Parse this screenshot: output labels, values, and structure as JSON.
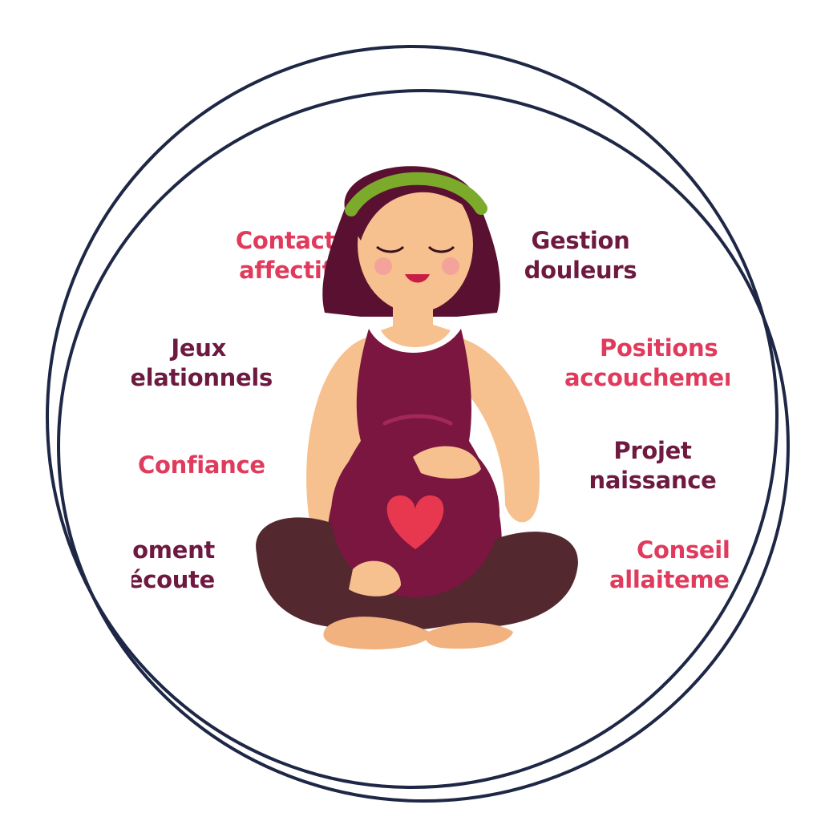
{
  "labels": {
    "contact_l1": "Contact",
    "contact_l2": "affectif",
    "gestion_l1": "Gestion",
    "gestion_l2": "douleurs",
    "jeux_l1": "Jeux",
    "jeux_l2": "relationnels",
    "positions_l1": "Positions",
    "positions_l2": "accouchement",
    "confiance": "Confiance",
    "projet_l1": "Projet",
    "projet_l2": "naissance",
    "moment_l1": "Moment",
    "moment_l2": "d'écoute",
    "conseil_l1": "Conseil",
    "conseil_l2": "allaitement"
  },
  "colors": {
    "ring": "#1e2745",
    "pink": "#e03a5c",
    "plum": "#6e1a40",
    "dress": "#7a1640",
    "hair": "#5a1030",
    "headband": "#7cab2c",
    "skin": "#f6c08f",
    "legs": "#53282f",
    "heart": "#e8384f"
  },
  "icons": [
    "pregnant-woman-illustration",
    "heart-icon",
    "double-ring-frame"
  ]
}
